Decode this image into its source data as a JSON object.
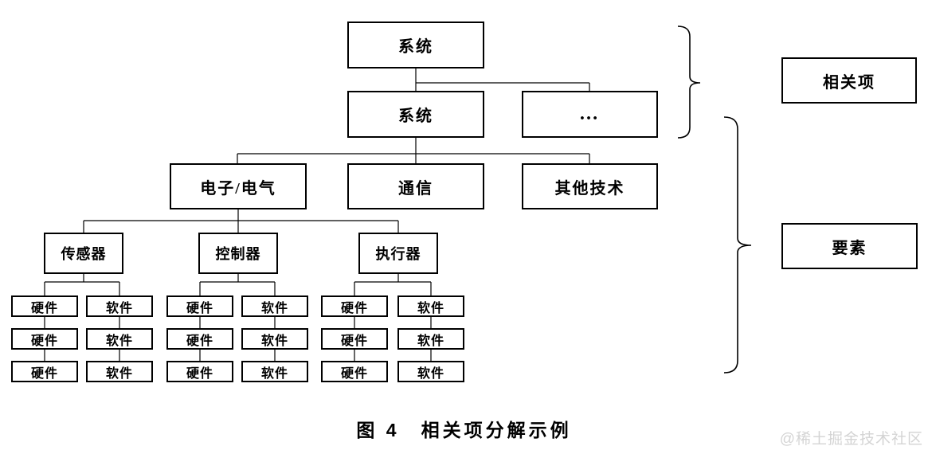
{
  "colors": {
    "background": "#ffffff",
    "line": "#000000",
    "box_border": "#000000",
    "text": "#000000",
    "watermark": "#d4d4d4"
  },
  "nodes": {
    "system_root": "系统",
    "system_sub": "系统",
    "ellipsis": "…",
    "electronic_electrical": "电子/电气",
    "communication": "通信",
    "other_technology": "其他技术",
    "sensor": "传感器",
    "controller": "控制器",
    "actuator": "执行器"
  },
  "annotations": {
    "related_item": "相关项",
    "element": "要素"
  },
  "leaf_grid": {
    "rows": 3,
    "columns": [
      {
        "parent": "sensor",
        "label": "硬件"
      },
      {
        "parent": "sensor",
        "label": "软件"
      },
      {
        "parent": "controller",
        "label": "硬件"
      },
      {
        "parent": "controller",
        "label": "软件"
      },
      {
        "parent": "actuator",
        "label": "硬件"
      },
      {
        "parent": "actuator",
        "label": "软件"
      }
    ]
  },
  "caption": "图 4　相关项分解示例",
  "watermark": "@稀土掘金技术社区"
}
